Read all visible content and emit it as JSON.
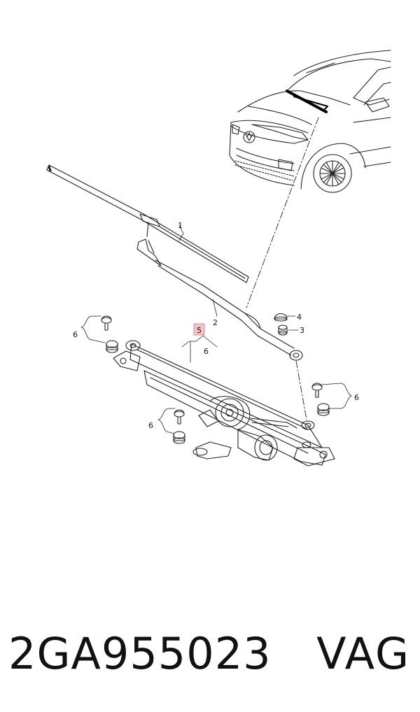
{
  "diagram": {
    "callouts": {
      "c1": "1",
      "c2": "2",
      "c3": "3",
      "c4": "4",
      "c5": "5",
      "c6_under5": "6",
      "c6_left_top": "6",
      "c6_left_bottom": "6",
      "c6_right": "6"
    },
    "highlight_color": "#e8a0a8"
  },
  "footer": {
    "part_number": "2GA955023",
    "brand": "VAG"
  }
}
